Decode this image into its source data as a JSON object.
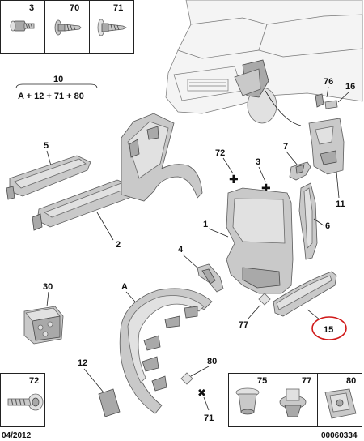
{
  "labels": {
    "p3": "3",
    "p70": "70",
    "p71": "71",
    "p10": "10",
    "p10_formula": "A + 12 + 71 + 80",
    "p5": "5",
    "p2": "2",
    "p72": "72",
    "p3b": "3",
    "p7": "7",
    "p76": "76",
    "p16": "16",
    "p15": "15",
    "p11": "11",
    "p1": "1",
    "p6": "6",
    "p4": "4",
    "p30": "30",
    "pA": "A",
    "p77": "77",
    "p12": "12",
    "p80": "80",
    "p71b": "71"
  },
  "bottom_left_box": {
    "label": "72"
  },
  "bottom_right_box": {
    "labels": [
      "75",
      "77",
      "80"
    ]
  },
  "footer": {
    "date": "04/2012",
    "code": "00060334"
  },
  "highlight": {
    "circled_part": "15",
    "circle_color": "#d01818"
  }
}
